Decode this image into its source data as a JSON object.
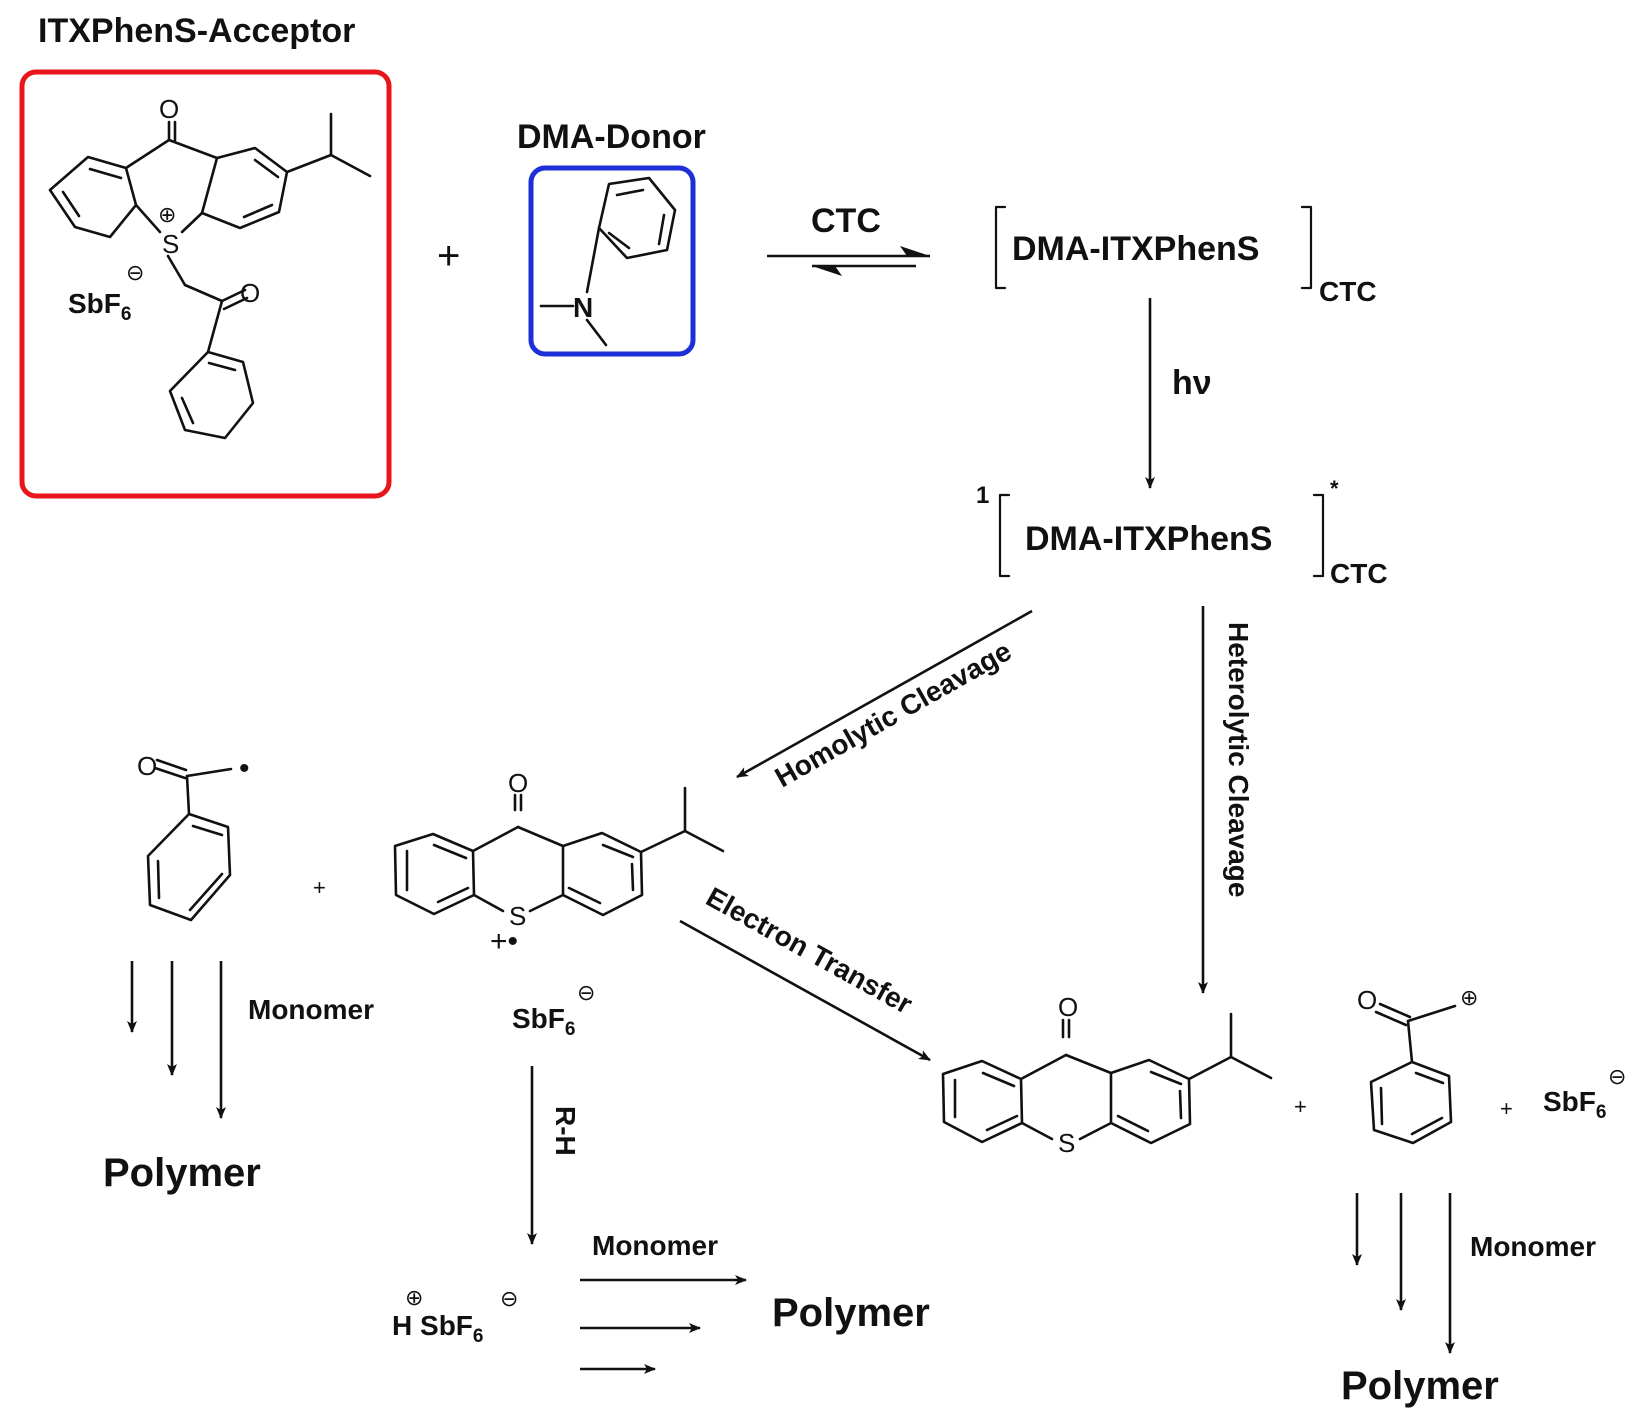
{
  "labels": {
    "acceptor": "ITXPhenS-Acceptor",
    "donor": "DMA-Donor",
    "plus": "+",
    "ctc_arrow": "CTC",
    "complex": "DMA-ITXPhenS",
    "ctc_sub": "CTC",
    "hv": "hν",
    "singlet": "1",
    "star": "*",
    "homolytic": "Homolytic Cleavage",
    "heterolytic": "Heterolytic Cleavage",
    "electron_transfer": "Electron Transfer",
    "monomer": "Monomer",
    "polymer": "Polymer",
    "rh": "R-H"
  },
  "atoms": {
    "O": "O",
    "S": "S",
    "N": "N",
    "H": "H",
    "SbF": "SbF",
    "six": "6",
    "plus_charge": "⊕",
    "minus_charge": "⊖",
    "radical": "•",
    "plus": "+",
    "small_plus": "+"
  },
  "colors": {
    "acceptor_box": "#e8161b",
    "donor_box": "#1d2fd6",
    "ink": "#111111"
  }
}
